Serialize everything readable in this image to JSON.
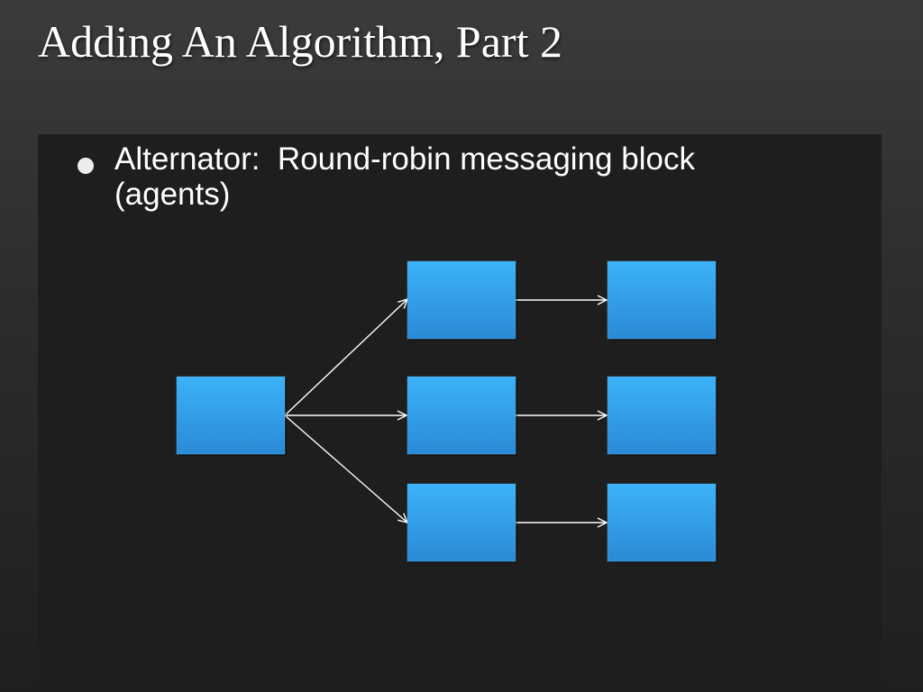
{
  "slide": {
    "title": "Adding An Algorithm, Part 2",
    "bullet": "Alternator:  Round-robin messaging block (agents)"
  },
  "diagram": {
    "node_fill_top": "#3cb2f8",
    "node_fill_bottom": "#2a8ad6",
    "edge_color": "#ffffff",
    "background": "#1e1e1e",
    "nodes": [
      {
        "id": "source",
        "col": 0,
        "row": 1
      },
      {
        "id": "mid-top",
        "col": 1,
        "row": 0
      },
      {
        "id": "mid-middle",
        "col": 1,
        "row": 1
      },
      {
        "id": "mid-bottom",
        "col": 1,
        "row": 2
      },
      {
        "id": "out-top",
        "col": 2,
        "row": 0
      },
      {
        "id": "out-middle",
        "col": 2,
        "row": 1
      },
      {
        "id": "out-bottom",
        "col": 2,
        "row": 2
      }
    ],
    "edges": [
      {
        "from": "source",
        "to": "mid-top"
      },
      {
        "from": "source",
        "to": "mid-middle"
      },
      {
        "from": "source",
        "to": "mid-bottom"
      },
      {
        "from": "mid-top",
        "to": "out-top"
      },
      {
        "from": "mid-middle",
        "to": "out-middle"
      },
      {
        "from": "mid-bottom",
        "to": "out-bottom"
      }
    ]
  }
}
